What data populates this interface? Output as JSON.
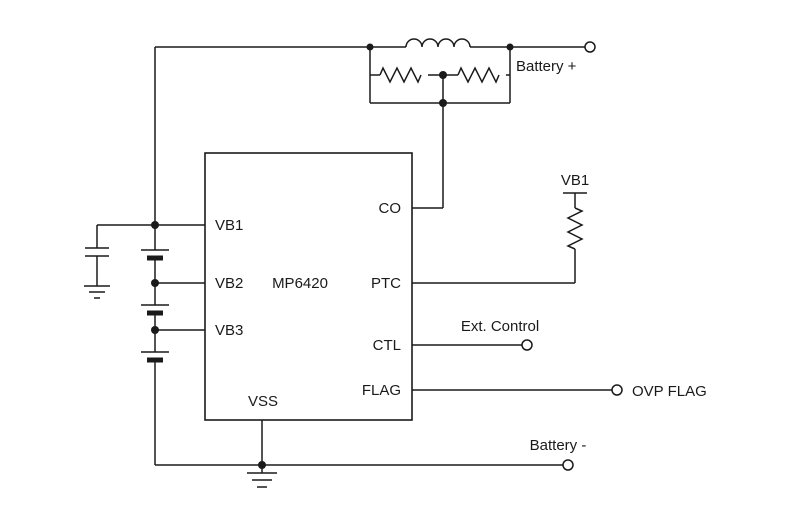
{
  "ic": {
    "name": "MP6420",
    "pin_vb1": "VB1",
    "pin_vb2": "VB2",
    "pin_vb3": "VB3",
    "pin_vss": "VSS",
    "pin_co": "CO",
    "pin_ptc": "PTC",
    "pin_ctl": "CTL",
    "pin_flag": "FLAG"
  },
  "terminals": {
    "battery_plus": "Battery +",
    "battery_minus": "Battery -",
    "ext_control": "Ext. Control",
    "ovp_flag": "OVP FLAG",
    "vb1_supply": "VB1"
  },
  "colors": {
    "line": "#1a1a1a",
    "background": "#ffffff"
  }
}
